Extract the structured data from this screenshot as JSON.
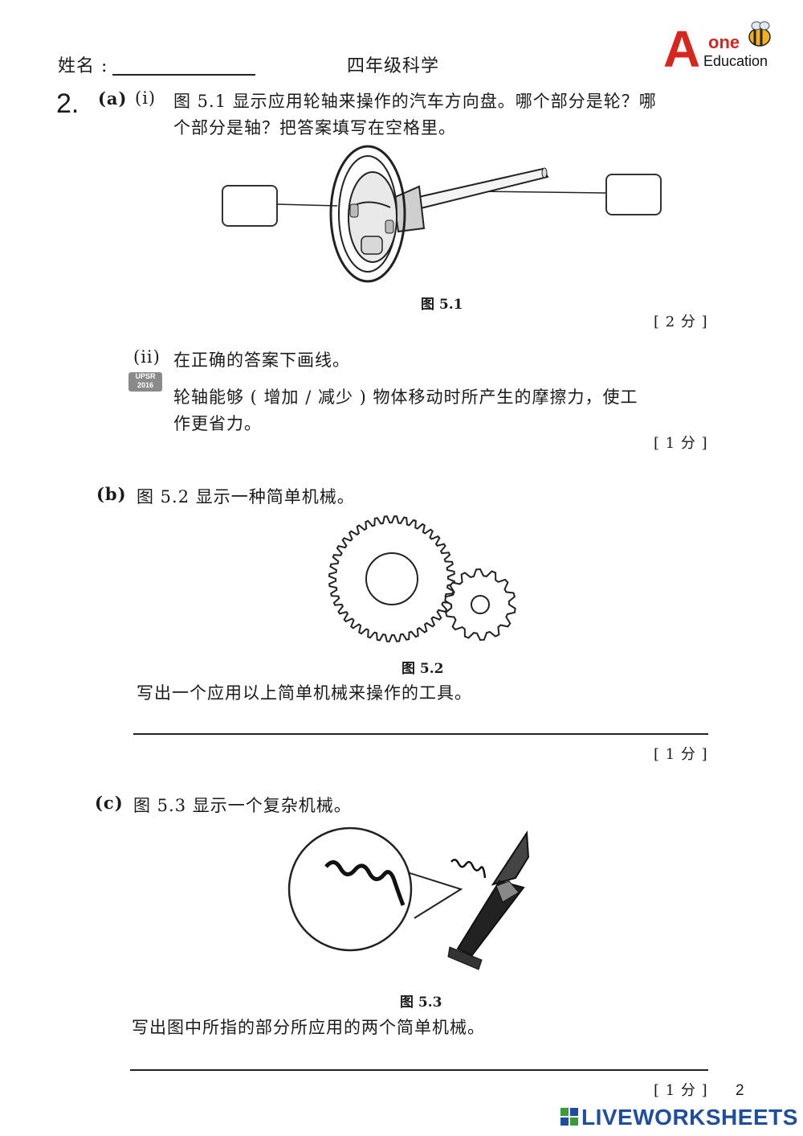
{
  "header": {
    "name_label": "姓名 :",
    "subject": "四年级科学",
    "logo": {
      "big_letter": "A",
      "one": "one",
      "edu": "Education"
    }
  },
  "question_number": "2.",
  "part_a": {
    "label": "(a)",
    "i_label": "(i)",
    "i_text_1": "图 5.1 显示应用轮轴来操作的汽车方向盘。哪个部分是轮？哪",
    "i_text_2": "个部分是轴？把答案填写在空格里。",
    "fig_caption": "图 5.1",
    "marks_i": "[ 2 分 ]",
    "ii_label": "(ii)",
    "ii_text": "在正确的答案下画线。",
    "badge_1": "UPSR",
    "badge_2": "2016",
    "ii_sentence_1": "轮轴能够 ( 增加  /  减少 ) 物体移动时所产生的摩擦力，使工",
    "ii_sentence_2": "作更省力。",
    "marks_ii": "[ 1 分 ]"
  },
  "part_b": {
    "label": "(b)",
    "text": "图 5.2 显示一种简单机械。",
    "fig_caption": "图 5.2",
    "question": "写出一个应用以上简单机械来操作的工具。",
    "marks": "[ 1 分 ]"
  },
  "part_c": {
    "label": "(c)",
    "text": "图 5.3 显示一个复杂机械。",
    "fig_caption": "图 5.3",
    "question": "写出图中所指的部分所应用的两个简单机械。",
    "marks": "[ 1 分 ]"
  },
  "page_number": "2",
  "footer_brand": "LIVEWORKSHEETS",
  "colors": {
    "logo_red": "#d7261e",
    "logo_bee": "#f2b01e",
    "footer_green": "#3a9b3a",
    "footer_blue": "#1f4e9e"
  }
}
